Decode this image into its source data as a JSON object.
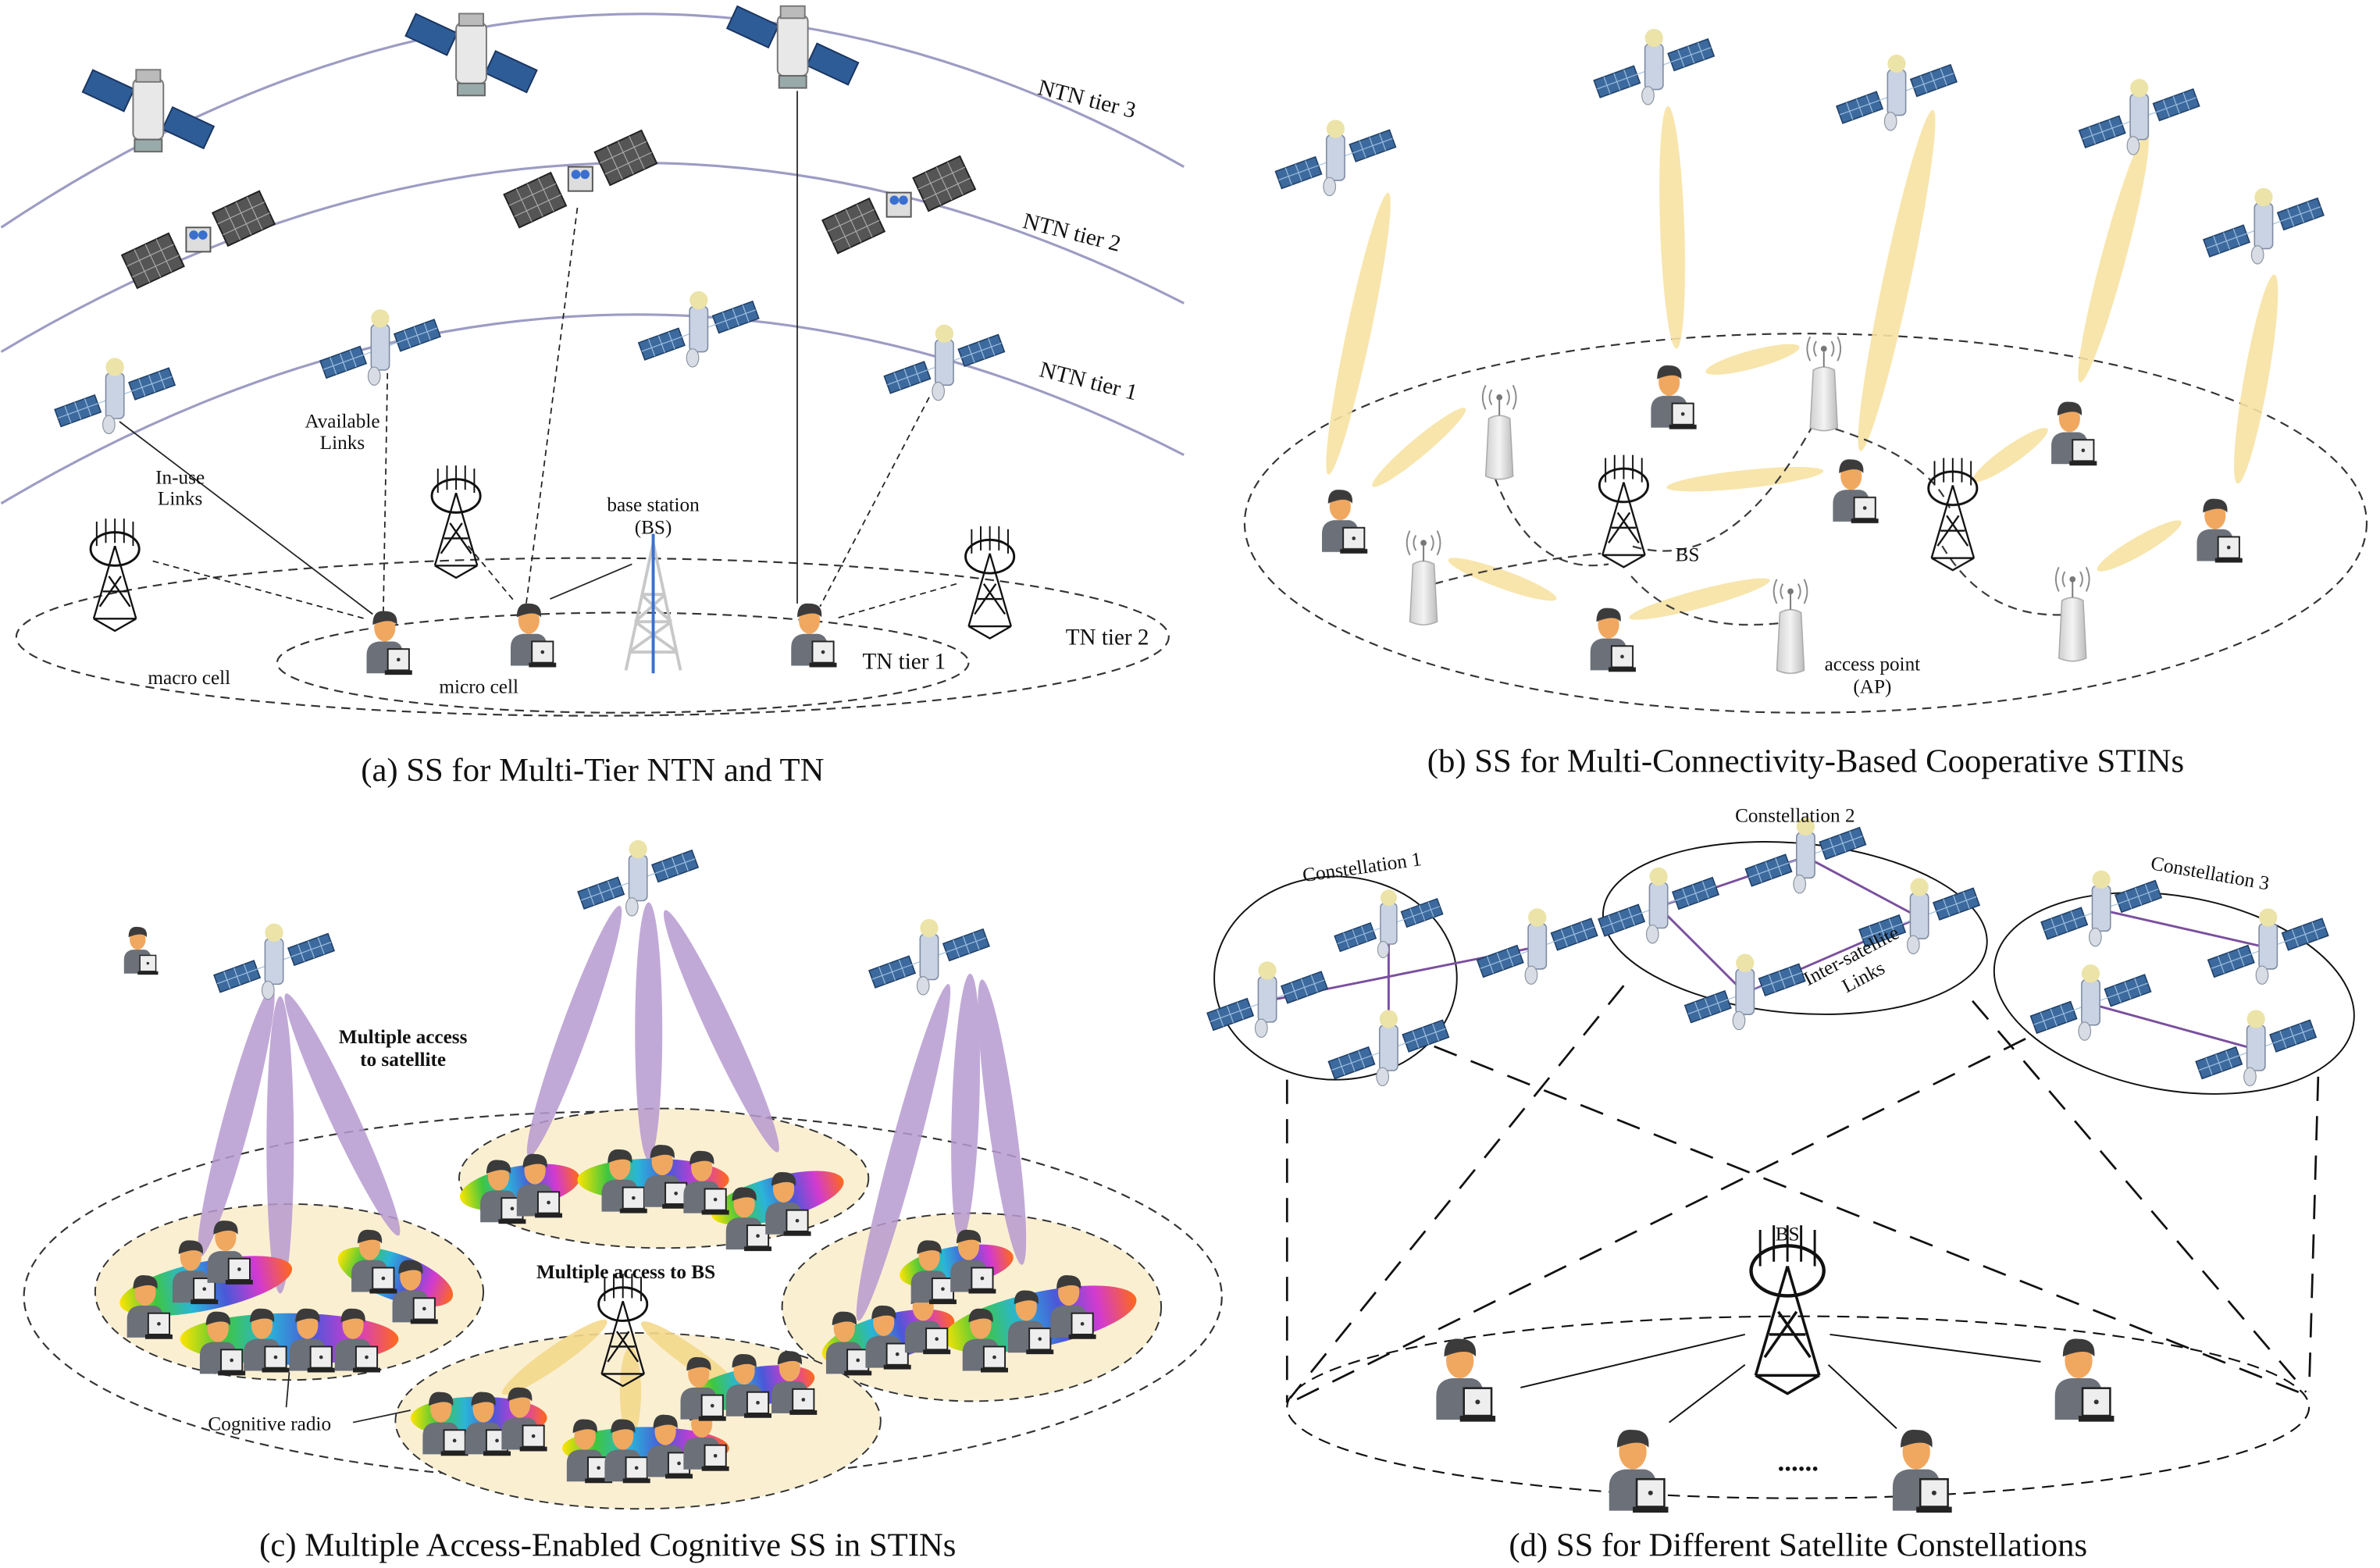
{
  "panel_a": {
    "caption": "(a) SS for Multi-Tier NTN and TN",
    "ntn_tier_3": "NTN tier 3",
    "ntn_tier_2": "NTN tier 2",
    "ntn_tier_1": "NTN tier 1",
    "in_use_1": "In-use",
    "in_use_2": "Links",
    "available_1": "Available",
    "available_2": "Links",
    "bs_1": "base station",
    "bs_2": "(BS)",
    "macro_cell": "macro cell",
    "micro_cell": "micro cell",
    "tn_tier_1": "TN tier 1",
    "tn_tier_2": "TN tier 2"
  },
  "panel_b": {
    "caption": "(b) SS for Multi-Connectivity-Based Cooperative STINs",
    "bs": "BS",
    "ap_1": "access point",
    "ap_2": "(AP)"
  },
  "panel_c": {
    "caption": "(c) Multiple Access-Enabled Cognitive SS in STINs",
    "ma_sat_1": "Multiple access",
    "ma_sat_2": "to satellite",
    "ma_bs": "Multiple access to BS",
    "cognitive_radio": "Cognitive radio"
  },
  "panel_d": {
    "caption": "(d) SS for Different Satellite Constellations",
    "constellation_1": "Constellation 1",
    "constellation_2": "Constellation 2",
    "constellation_3": "Constellation 3",
    "isl_1": "Inter-satellite",
    "isl_2": "Links",
    "bs": "BS",
    "ellipsis": "......"
  },
  "colors": {
    "beam_yellow": "#f7e2a3",
    "beam_purple": "#b79ad0",
    "cluster_fill": "#fbefd2",
    "orbit": "#9c9cc4",
    "isl": "#7a4f9e"
  }
}
